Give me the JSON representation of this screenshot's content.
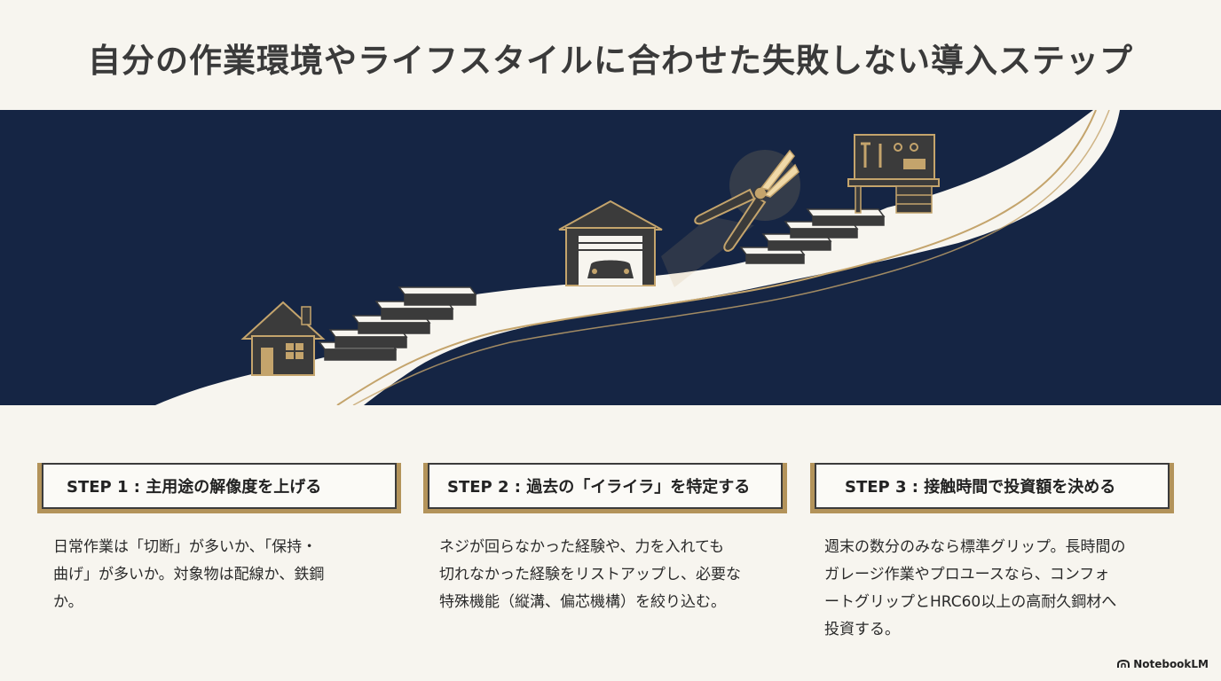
{
  "title": "自分の作業環境やライフスタイルに合わせた失敗しない導入ステップ",
  "steps": [
    {
      "heading": "STEP 1 : 主用途の解像度を上げる",
      "lines": [
        "日常作業は「切断」が多いか、「保持・",
        "曲げ」が多いか。対象物は配線か、鉄鋼",
        "か。"
      ]
    },
    {
      "heading": "STEP 2 : 過去の「イライラ」を特定する",
      "lines": [
        "ネジが回らなかった経験や、力を入れても",
        "切れなかった経験をリストアップし、必要な",
        "特殊機能（縦溝、偏芯機構）を絞り込む。"
      ]
    },
    {
      "heading": "STEP 3 : 接触時間で投資額を決める",
      "lines": [
        "週末の数分のみなら標準グリップ。長時間の",
        "ガレージ作業やプロユースなら、コンフォ",
        "ートグリップとHRC60以上の高耐久鋼材へ",
        "投資する。"
      ]
    }
  ],
  "brand": "NotebookLM",
  "colors": {
    "navy": "#152544",
    "gold": "#b3935a",
    "cream": "#f7f5ef",
    "dark": "#3b3b3b"
  },
  "icons": [
    "house-icon",
    "garage-icon",
    "pliers-icon",
    "workbench-icon",
    "notebooklm-logo-icon"
  ]
}
